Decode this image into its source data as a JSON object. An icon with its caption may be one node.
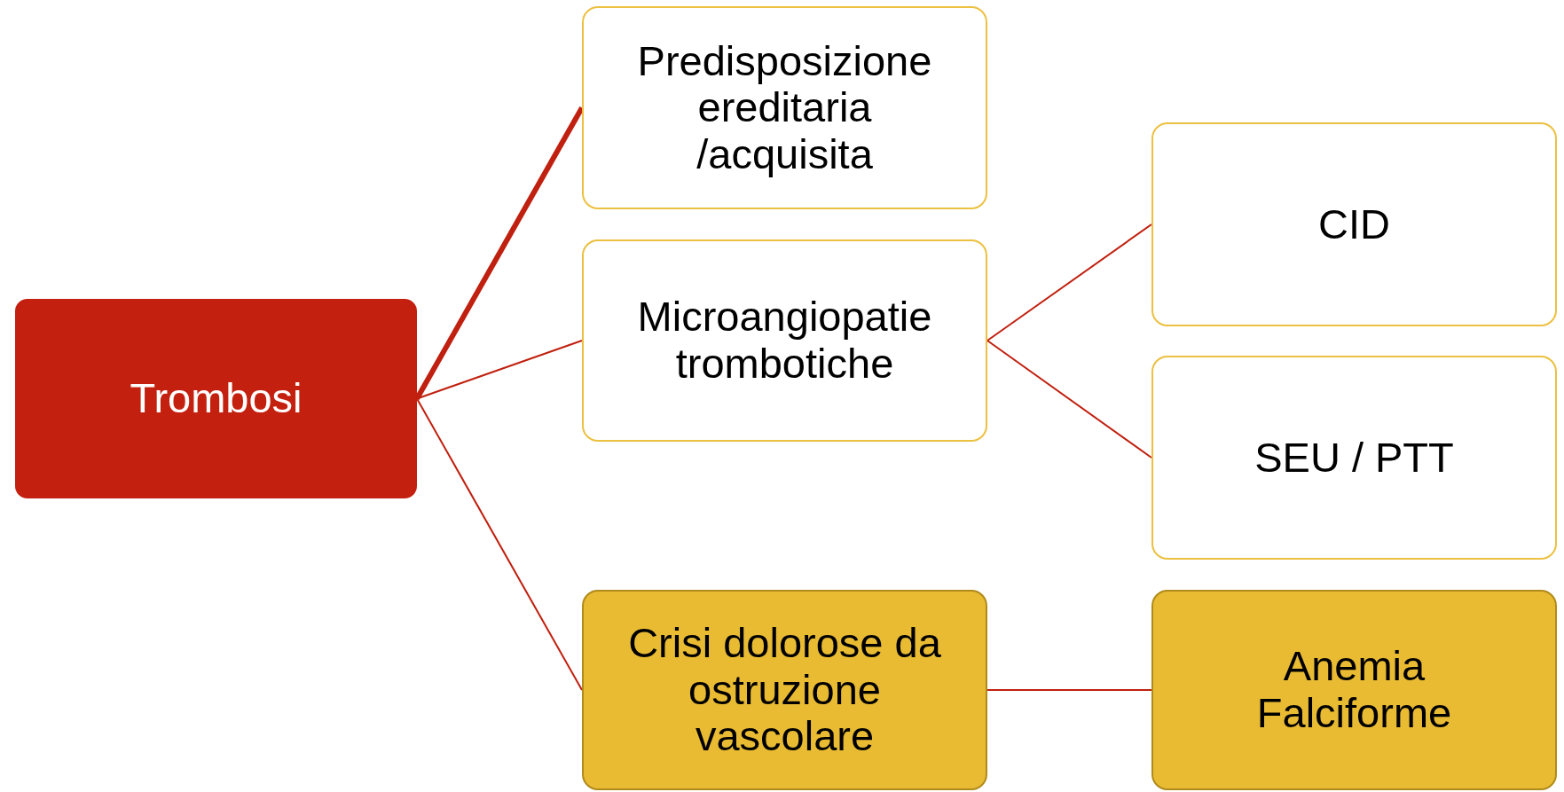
{
  "diagram": {
    "nodes": [
      {
        "text": [
          "Trombosi"
        ]
      },
      {
        "text": [
          "Predisposizione ereditaria /acquisita"
        ]
      },
      {
        "text": [
          "Microangiopatie trombotiche"
        ]
      },
      {
        "text": [
          "CID"
        ]
      },
      {
        "text": [
          "SEU / PTT"
        ]
      },
      {
        "text": [
          "Crisi dolorose da ostruzione vascolare"
        ]
      },
      {
        "text": [
          "Anemia Falciforme"
        ]
      }
    ],
    "edges": [
      {
        "from": 0,
        "to": 1,
        "arrow": "none",
        "style": "thick"
      },
      {
        "from": 0,
        "to": 2,
        "arrow": "none"
      },
      {
        "from": 0,
        "to": 5,
        "arrow": "none"
      },
      {
        "from": 2,
        "to": 3,
        "arrow": "none"
      },
      {
        "from": 2,
        "to": 4,
        "arrow": "none"
      },
      {
        "from": 5,
        "to": 6,
        "arrow": "none"
      }
    ]
  }
}
